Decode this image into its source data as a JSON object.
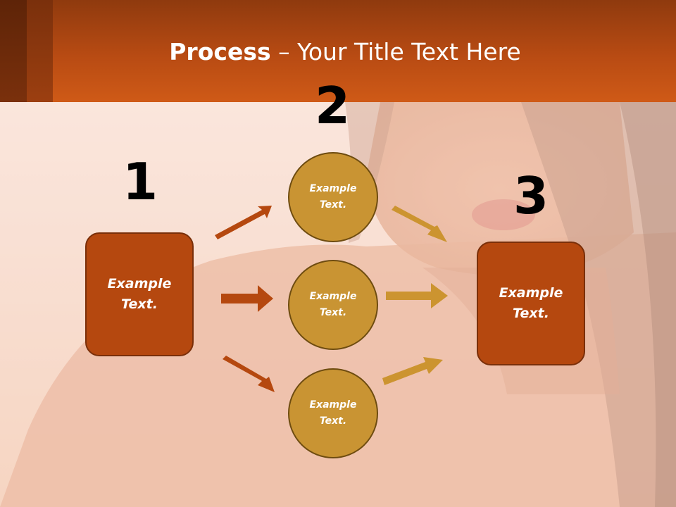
{
  "slide": {
    "title_bold": "Process",
    "title_rest": " – Your Title Text Here"
  },
  "steps": {
    "step1": {
      "number": "1",
      "box_text": "Example Text."
    },
    "step2": {
      "number": "2",
      "circles": [
        {
          "text": "Example Text."
        },
        {
          "text": "Example Text."
        },
        {
          "text": "Example Text."
        }
      ]
    },
    "step3": {
      "number": "3",
      "box_text": "Example Text."
    }
  },
  "colors": {
    "header": "#c2510f",
    "box_fill": "#b5480f",
    "circle_fill": "#c99433",
    "arrow_rust": "#b5480f",
    "arrow_gold": "#cc9430"
  }
}
